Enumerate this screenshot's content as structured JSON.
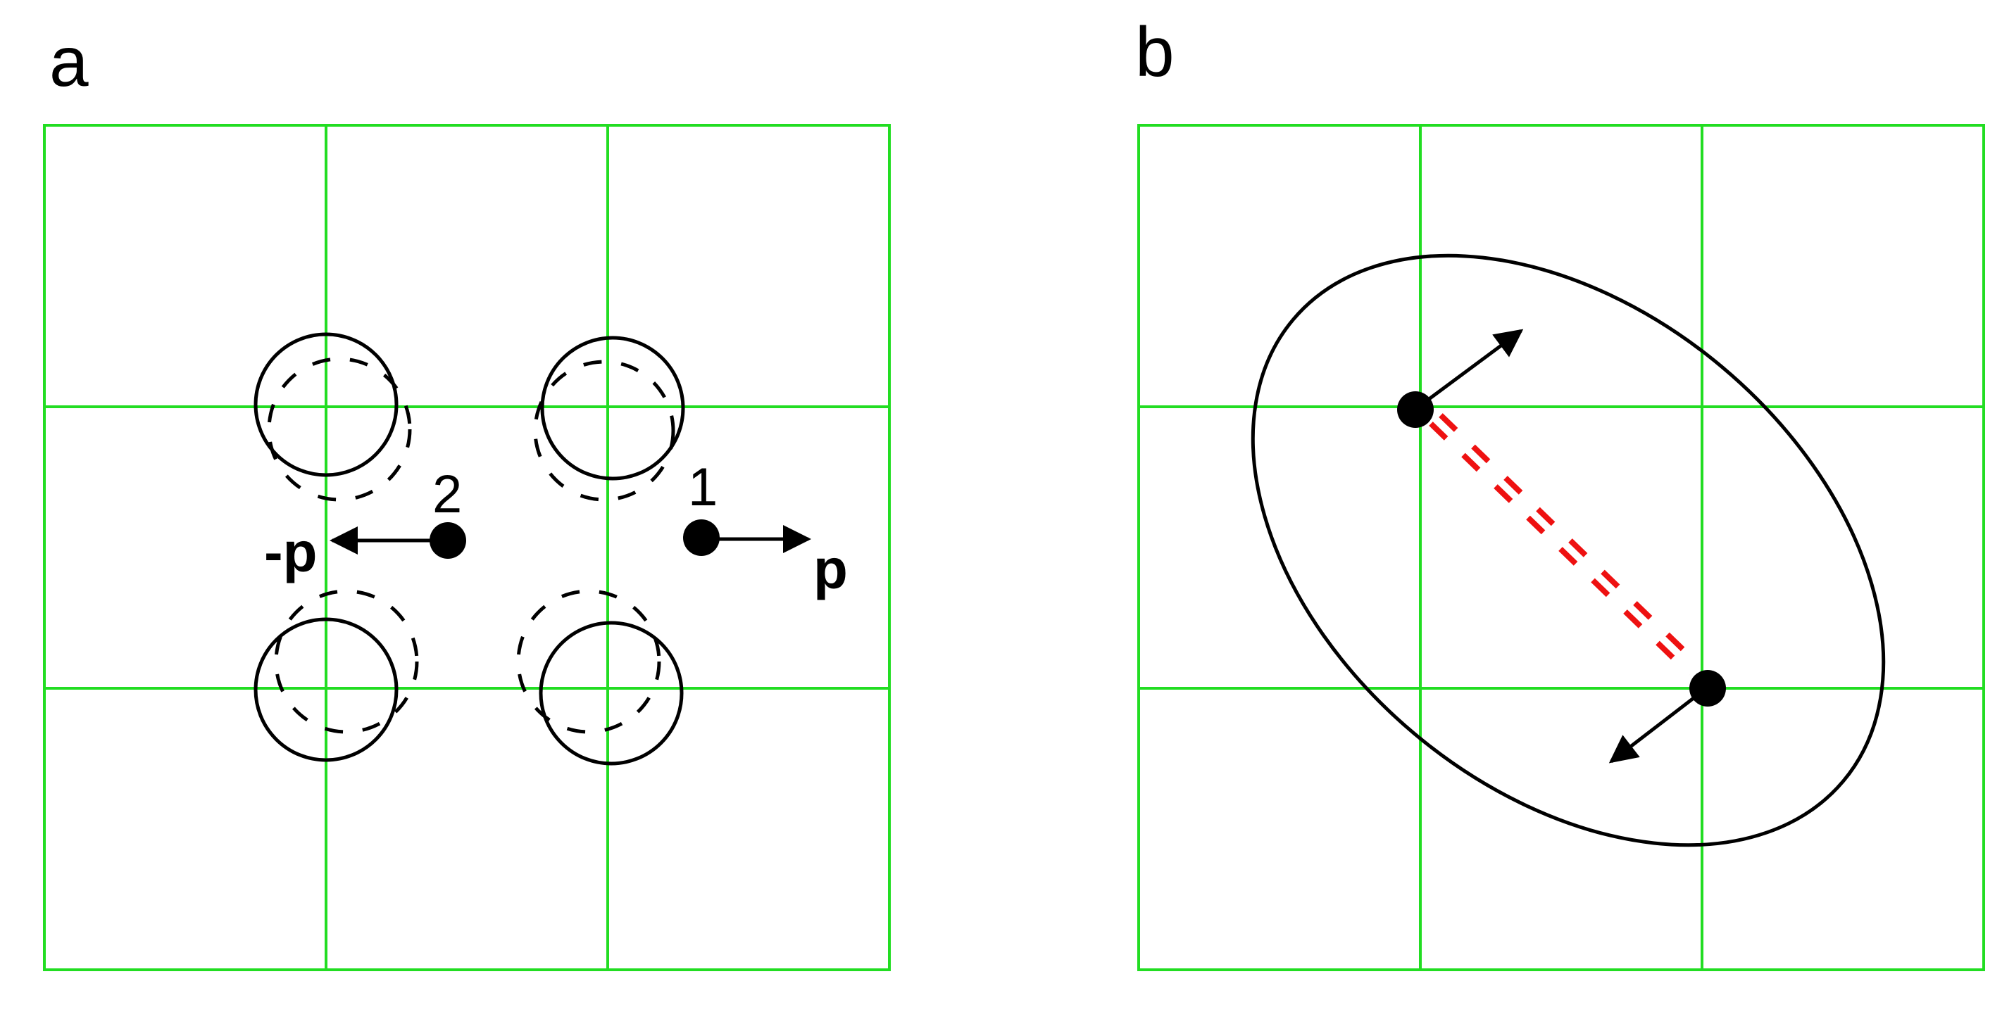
{
  "panel_a": {
    "label": "a",
    "particle_1": {
      "label": "1",
      "momentum_label": "p"
    },
    "particle_2": {
      "label": "2",
      "momentum_label": "-p"
    }
  },
  "panel_b": {
    "label": "b"
  },
  "colors": {
    "grid": "#22dd22",
    "bond": "#ee1111",
    "ink": "#000000"
  }
}
